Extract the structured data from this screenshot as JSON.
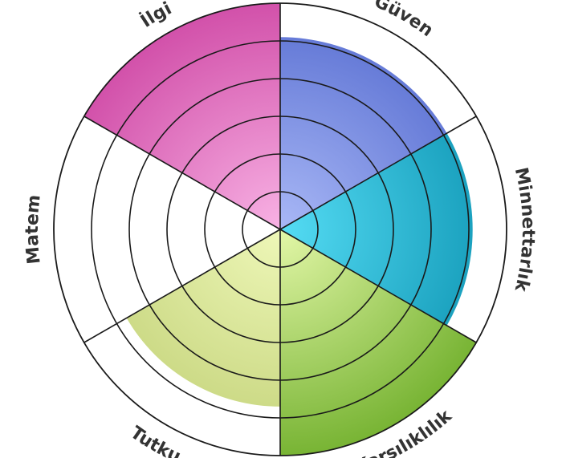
{
  "chart_data": {
    "type": "radial-bar",
    "title": "",
    "levels": 6,
    "segments": [
      {
        "label": "Güven",
        "value": 5.1,
        "colors": [
          "#a9b8f6",
          "#5a70d2"
        ]
      },
      {
        "label": "Minnettarlık",
        "value": 5.1,
        "colors": [
          "#55dcf4",
          "#1198b6"
        ]
      },
      {
        "label": "Karşılıklılık",
        "value": 6.0,
        "colors": [
          "#e3f7a8",
          "#78b434"
        ]
      },
      {
        "label": "Tutku",
        "value": 4.7,
        "colors": [
          "#eef7b8",
          "#c4d37a"
        ]
      },
      {
        "label": "Matem",
        "value": 0,
        "colors": [
          "#ffffff",
          "#ffffff"
        ]
      },
      {
        "label": "İlgi",
        "value": 6.0,
        "colors": [
          "#f8b2e4",
          "#d251aa"
        ]
      }
    ]
  }
}
